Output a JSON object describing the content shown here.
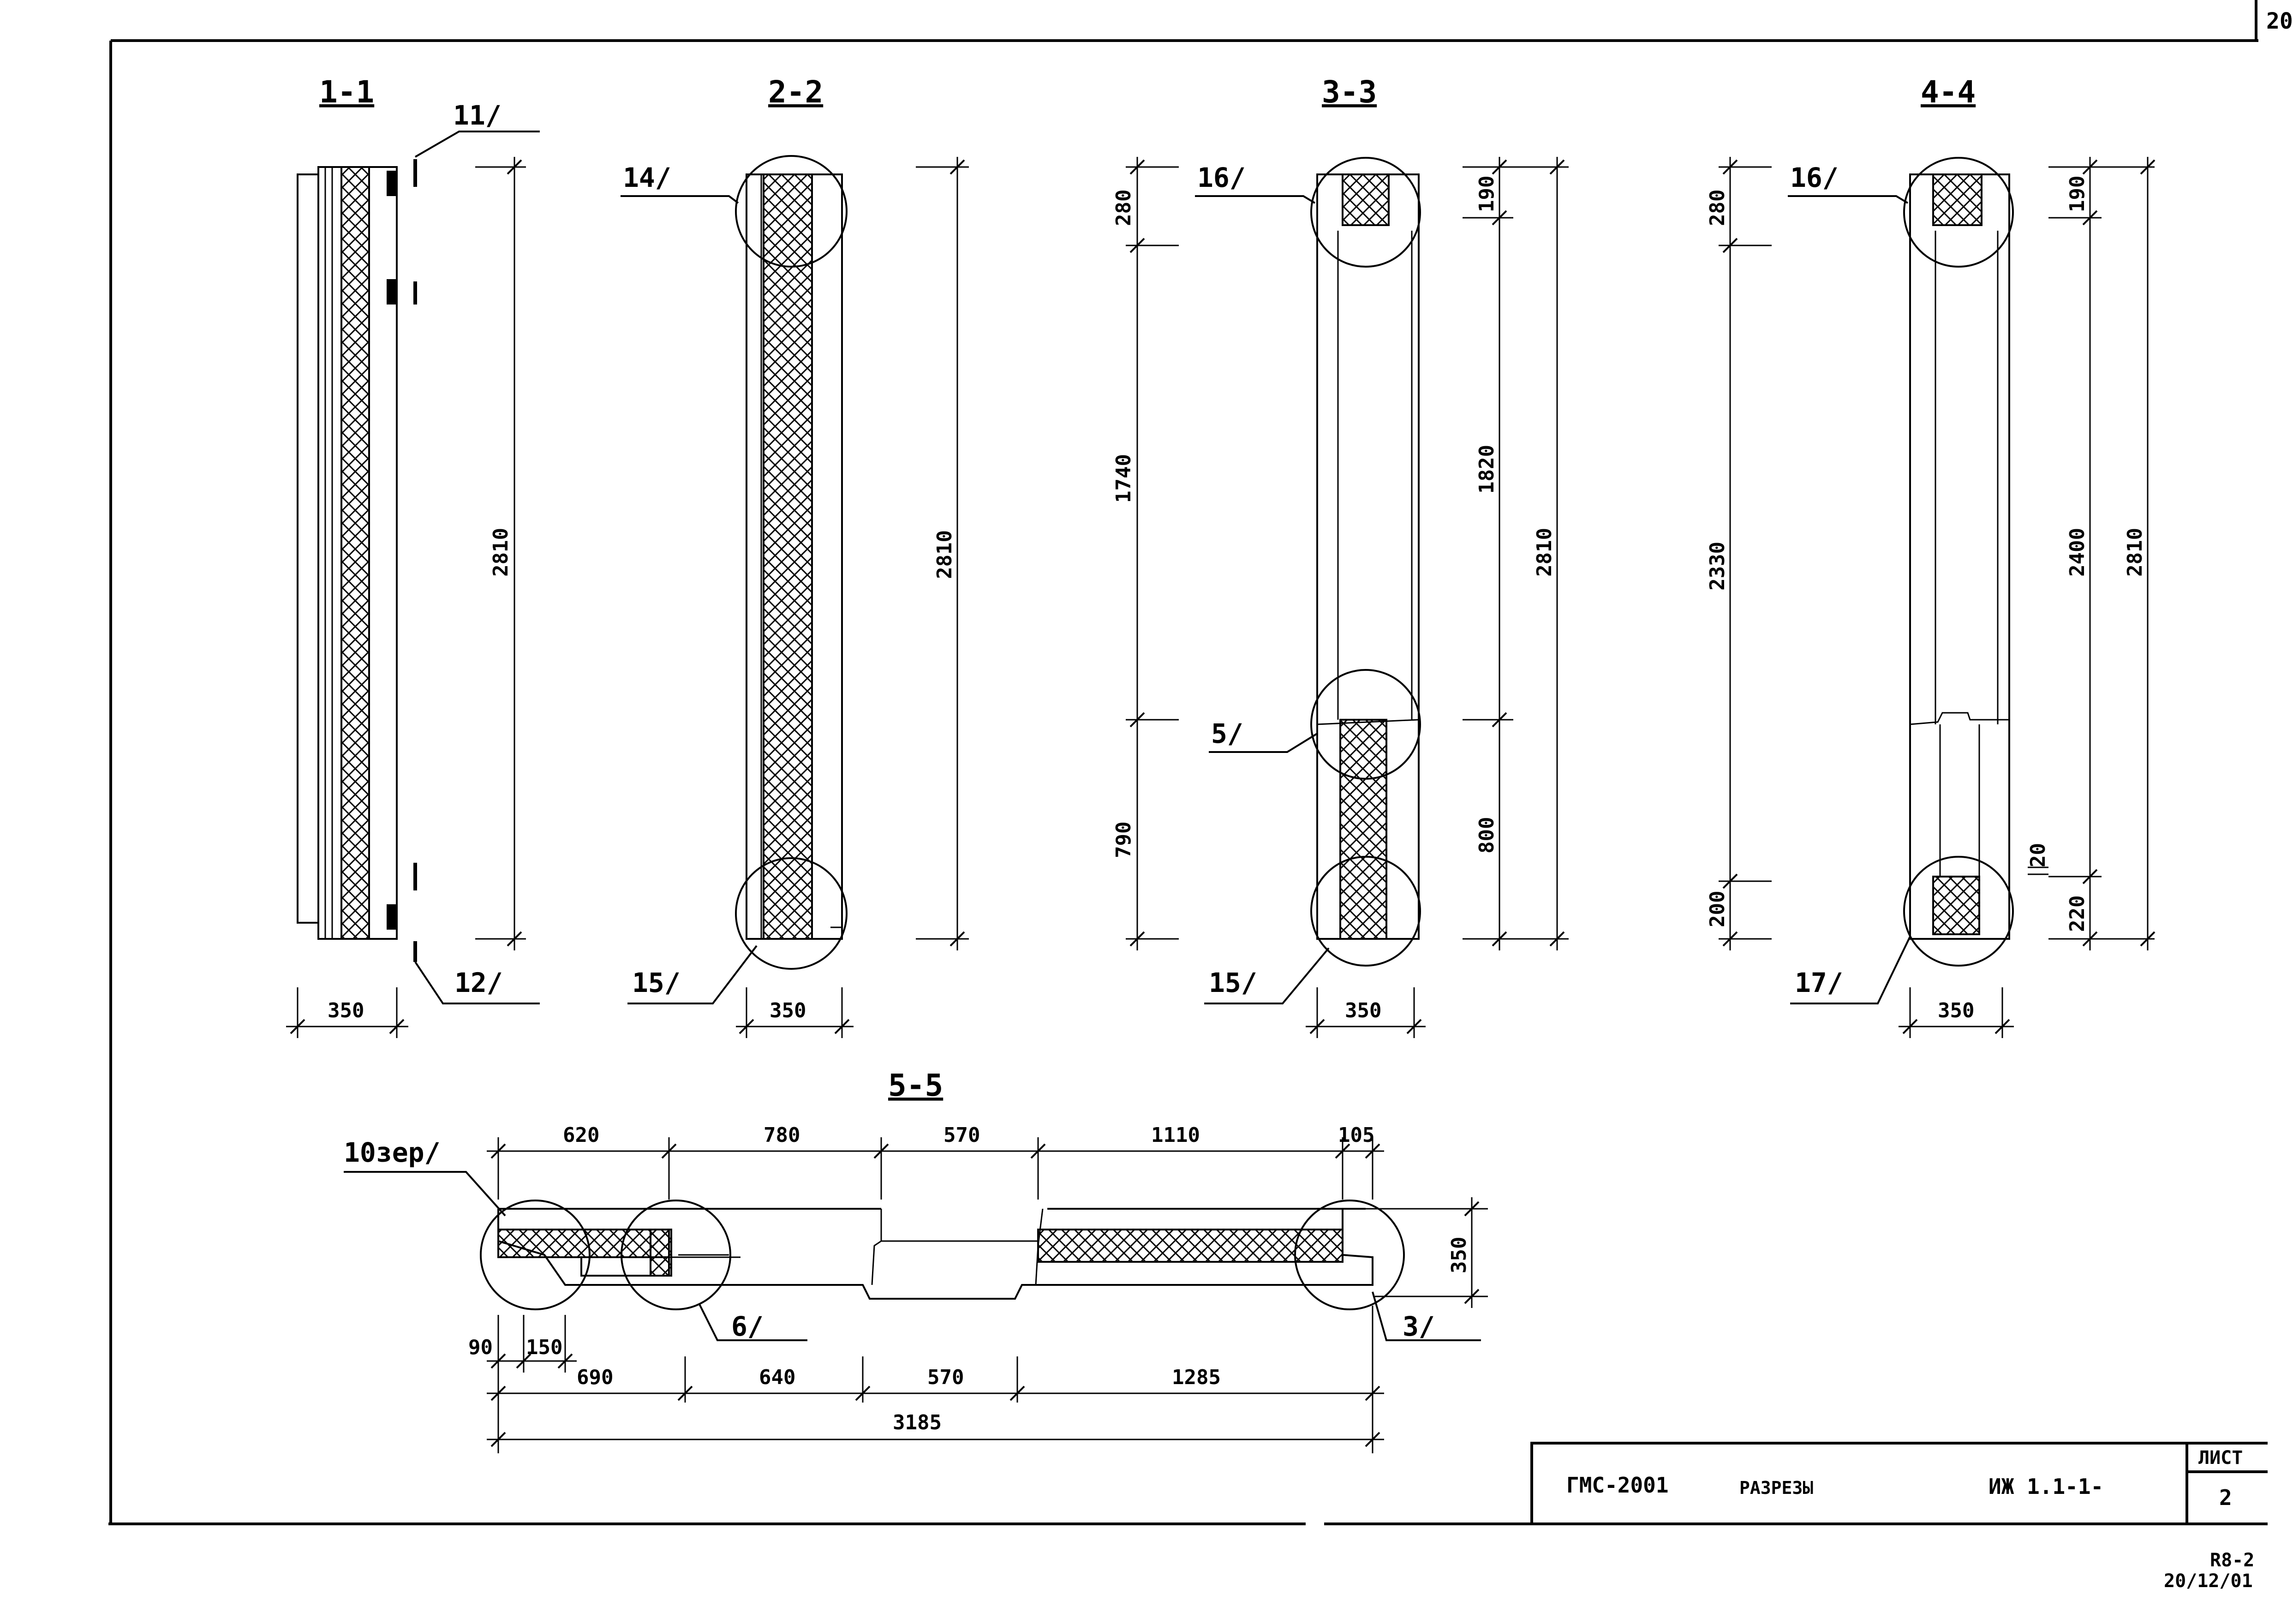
{
  "sheet_corner": "20",
  "sections": {
    "s11": {
      "title": "1-1",
      "dims": {
        "h": "2810",
        "w": "350"
      },
      "callouts": {
        "top": "11/",
        "bottom": "12/"
      }
    },
    "s22": {
      "title": "2-2",
      "dims": {
        "h": "2810",
        "w": "350"
      },
      "callouts": {
        "top": "14/",
        "bottom": "15/"
      }
    },
    "s33": {
      "title": "3-3",
      "dims": {
        "top_left": "280",
        "mid_left": "1740",
        "low_left": "790",
        "top_right": "190",
        "mid_right": "1820",
        "low_right": "800",
        "h": "2810",
        "w": "350"
      },
      "callouts": {
        "top": "16/",
        "mid": "5/",
        "bottom": "15/"
      }
    },
    "s44": {
      "title": "4-4",
      "dims": {
        "top_left": "280",
        "mid_left": "2330",
        "low_left": "200",
        "top_right": "190",
        "mid_right": "2400",
        "low_right": "220",
        "h": "2810",
        "gap": "20",
        "w": "350"
      },
      "callouts": {
        "top": "16/",
        "bottom": "17/"
      }
    },
    "s55": {
      "title": "5-5",
      "top_dims": [
        "620",
        "780",
        "570",
        "1110",
        "105"
      ],
      "bottom_dims_small": [
        "90",
        "150"
      ],
      "bottom_dims": [
        "690",
        "640",
        "570",
        "1285"
      ],
      "total": "3185",
      "thickness": "350",
      "callouts": {
        "left": "10зер/",
        "mid": "6/",
        "right": "3/"
      }
    }
  },
  "title_block": {
    "project": "ГМС-2001",
    "title": "РАЗРЕЗЫ",
    "code": "ИЖ 1.1-1-",
    "sheet_label": "ЛИСТ",
    "sheet_number": "2"
  },
  "stamp": {
    "line1": "R8-2",
    "line2": "20/12/01"
  }
}
